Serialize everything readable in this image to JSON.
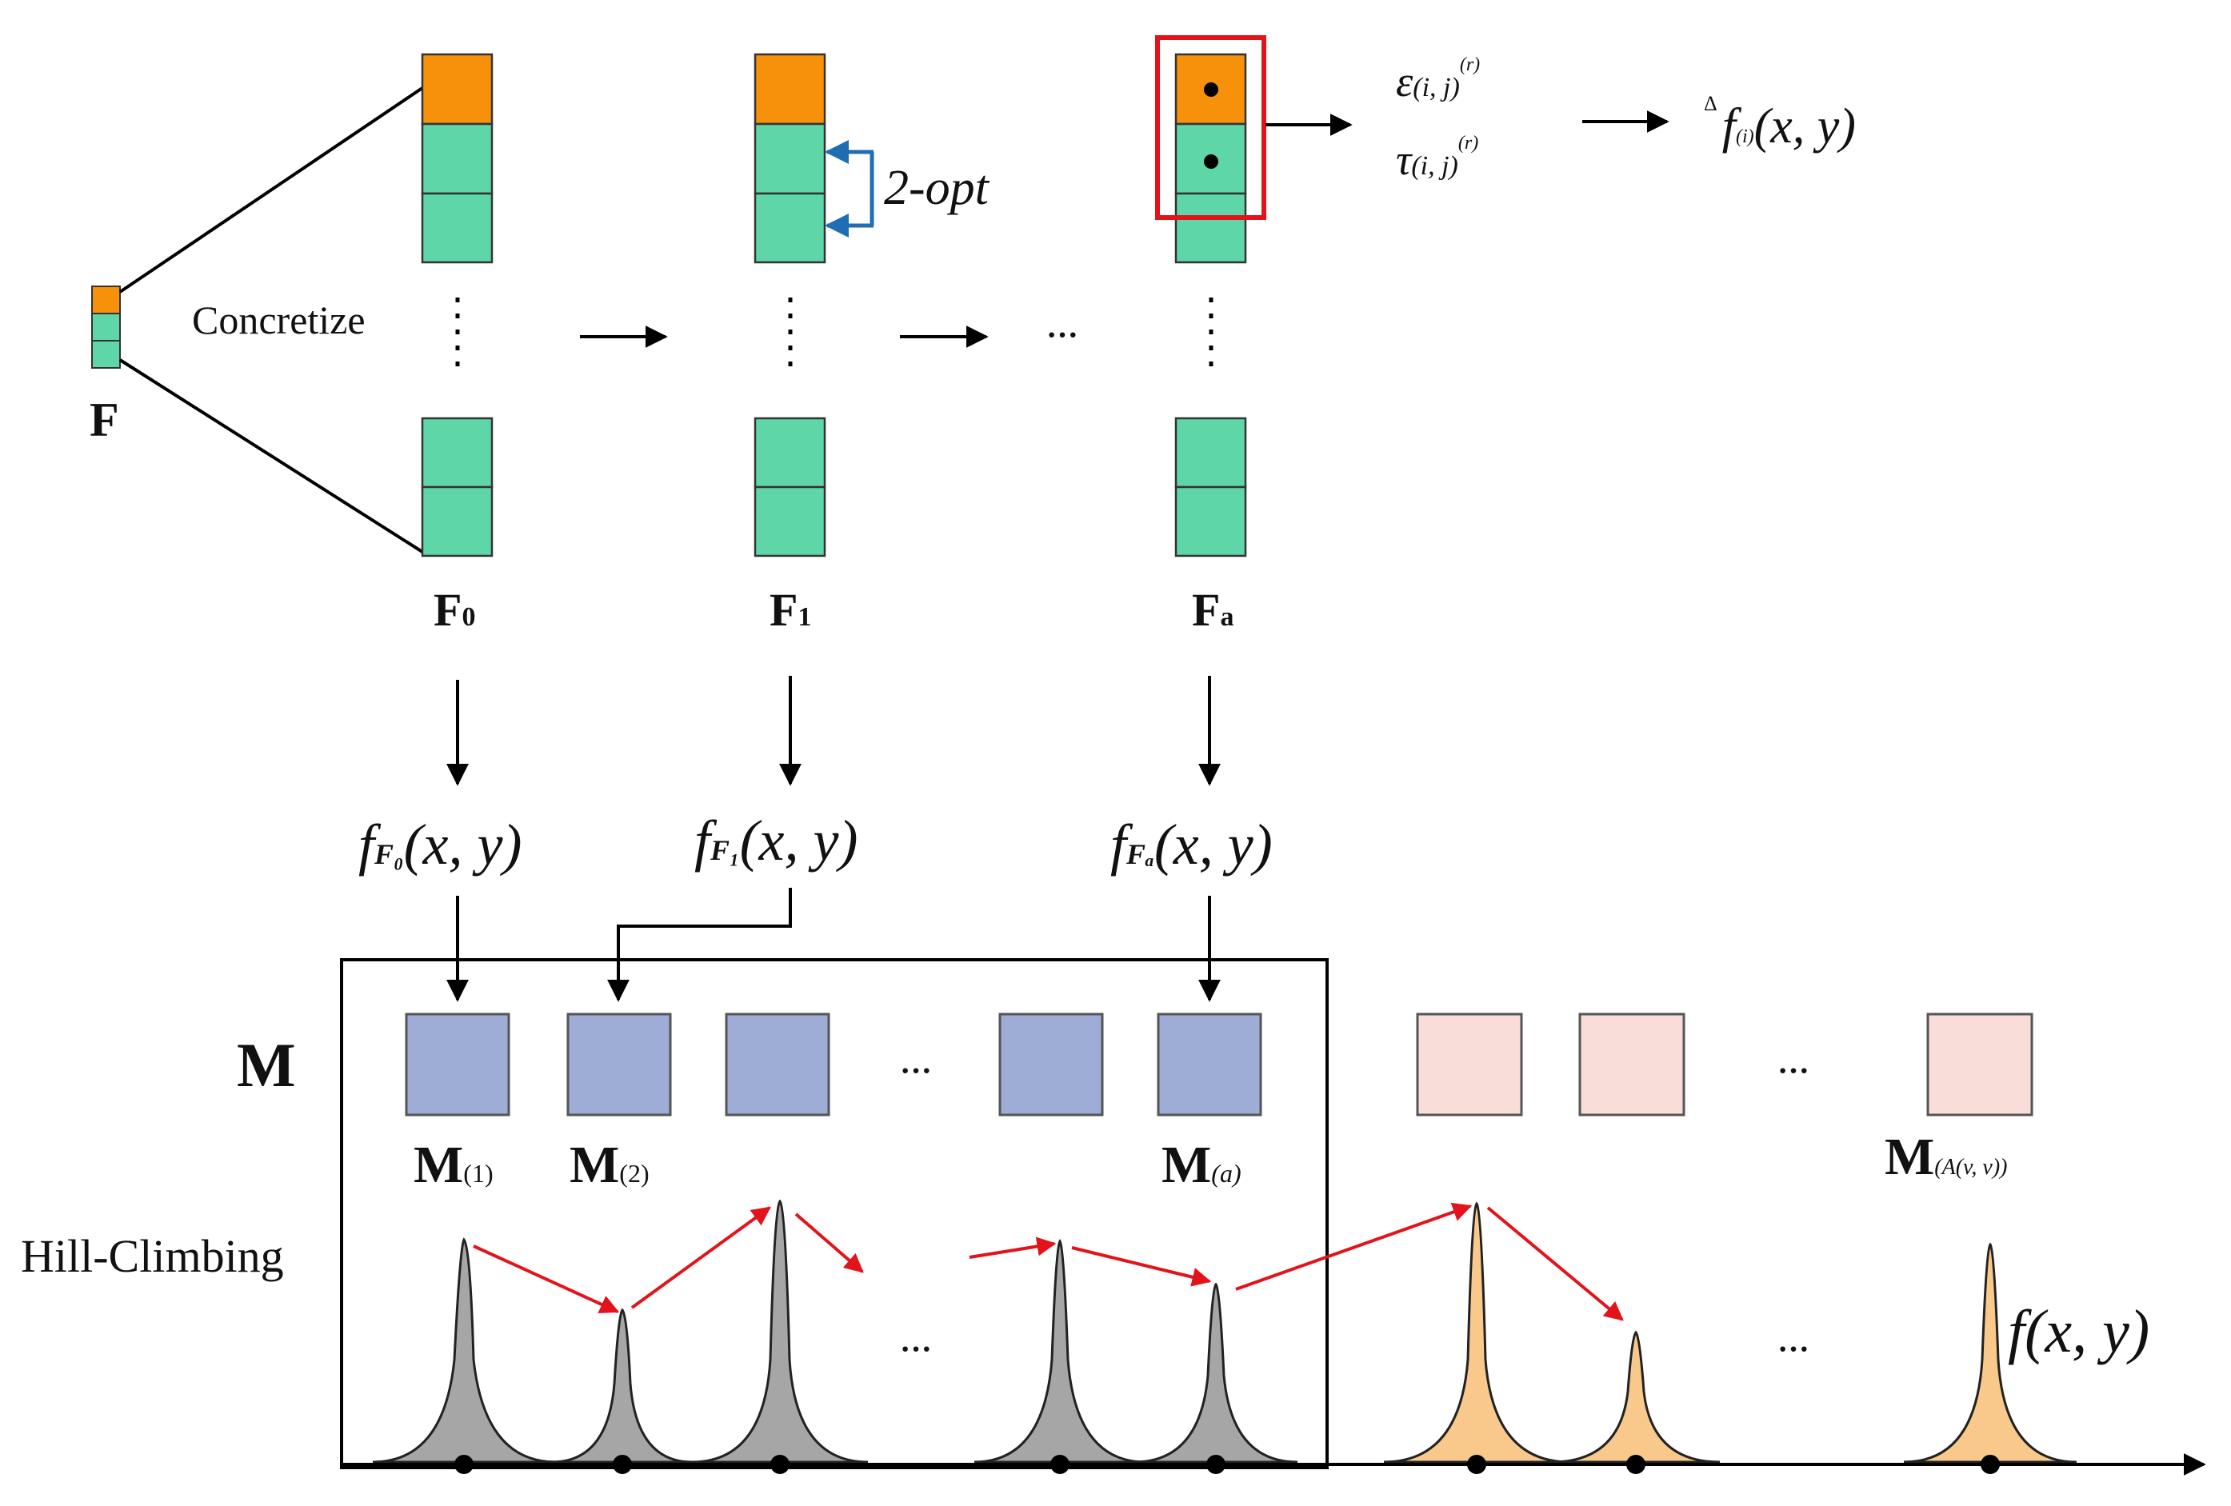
{
  "labels": {
    "concretize": "Concretize",
    "F": "F",
    "F0": {
      "main": "F",
      "sub": "0"
    },
    "F1": {
      "main": "F",
      "sub": "1"
    },
    "Fa": {
      "main": "F",
      "sub": "a"
    },
    "two_opt": "2-opt",
    "dots": "···",
    "epsilon": {
      "sym": "ε",
      "idx": "(i, j)",
      "sup": "(r)"
    },
    "tau": {
      "sym": "τ",
      "idx": "(i, j)",
      "sup": "(r)"
    },
    "delta_f": {
      "delta": "Δ",
      "f": "f",
      "sub": "(i)",
      "args": "(x, y)"
    },
    "fF0": {
      "f": "f",
      "sub": "F₀",
      "args": "(x, y)"
    },
    "fF1": {
      "f": "f",
      "sub": "F₁",
      "args": "(x, y)"
    },
    "fFa": {
      "f": "f",
      "sub": "Fₐ",
      "args": "(x, y)"
    },
    "M": "M",
    "M1": {
      "main": "M",
      "sub": "(1)"
    },
    "M2": {
      "main": "M",
      "sub": "(2)"
    },
    "Ma": {
      "main": "M",
      "sub": "(a)"
    },
    "MA": {
      "main": "M",
      "sub": "(A(v, v))"
    },
    "hill_climbing": "Hill-Climbing",
    "f_xy": "f(x, y)"
  },
  "colors": {
    "orange": "#f7900b",
    "teal": "#5fd6a8",
    "blue_square": "#9dadd6",
    "pink_square": "#f8ddd8",
    "gray_peak": "#a6a6a6",
    "tan_peak": "#f8c98a",
    "red": "#e3131b",
    "blue_arrow": "#1f6eb4"
  }
}
